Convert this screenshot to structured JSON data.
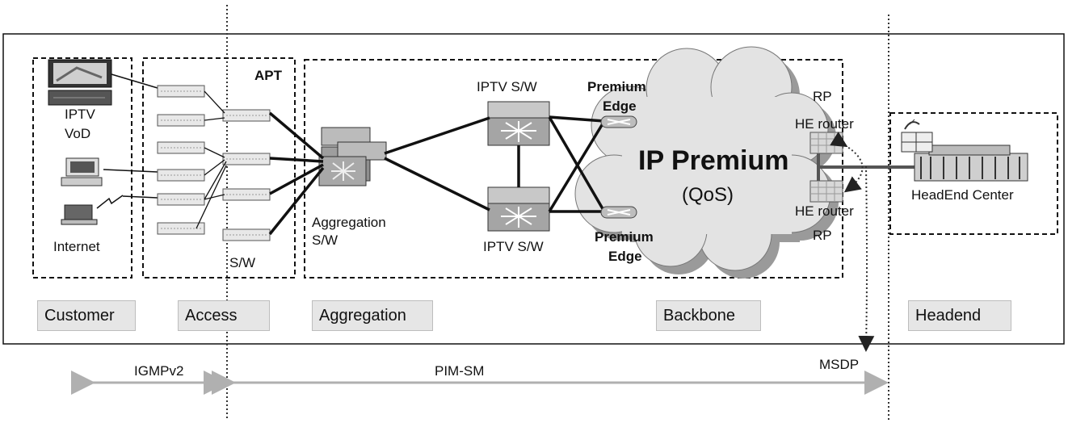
{
  "zones": {
    "apt": "APT"
  },
  "customer": {
    "iptv": "IPTV",
    "vod": "VoD",
    "internet": "Internet"
  },
  "access": {
    "sw": "S/W"
  },
  "aggregation": {
    "label_line1": "Aggregation",
    "label_line2": "S/W"
  },
  "backbone": {
    "iptv_sw_top": "IPTV S/W",
    "iptv_sw_bottom": "IPTV S/W",
    "premium_edge_top_1": "Premium",
    "premium_edge_top_2": "Edge",
    "premium_edge_bottom_1": "Premium",
    "premium_edge_bottom_2": "Edge",
    "cloud_title": "IP Premium",
    "cloud_sub": "(QoS)",
    "rp_top": "RP",
    "he_router_top": "HE router",
    "he_router_bottom": "HE router",
    "rp_bottom": "RP"
  },
  "headend": {
    "center": "HeadEnd Center"
  },
  "sections": [
    "Customer",
    "Access",
    "Aggregation",
    "Backbone",
    "Headend"
  ],
  "protocols": {
    "igmp": "IGMPv2",
    "pim": "PIM-SM",
    "msdp": "MSDP"
  }
}
